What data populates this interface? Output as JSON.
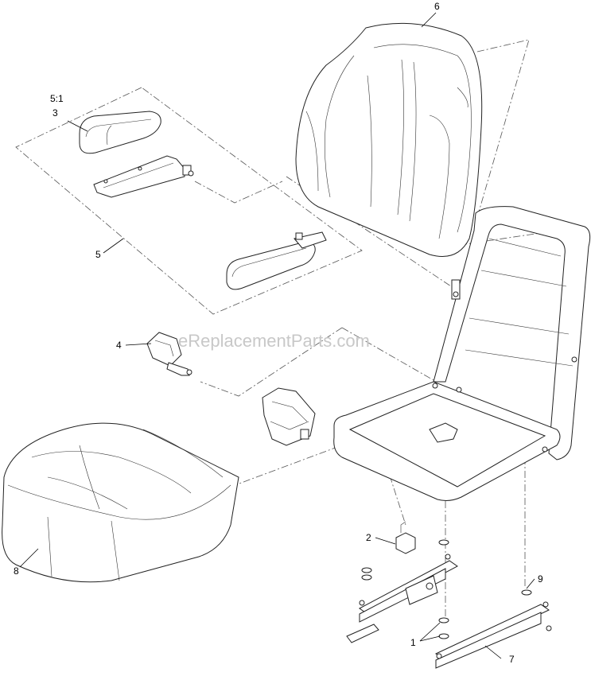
{
  "watermark": "eReplacementParts.com",
  "callouts": {
    "c6": "6",
    "c5_1": "5:1",
    "c3": "3",
    "c5": "5",
    "c4": "4",
    "c8": "8",
    "c2": "2",
    "c9": "9",
    "c1": "1",
    "c7": "7"
  }
}
